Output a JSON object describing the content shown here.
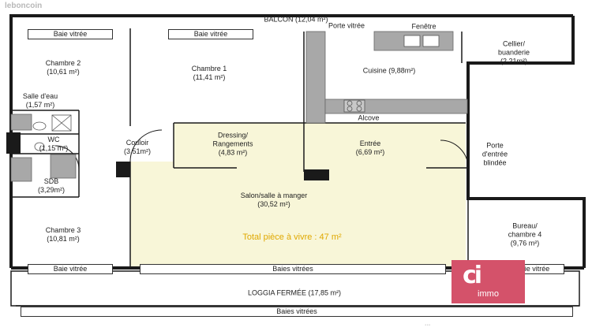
{
  "watermark": "leboncoin",
  "footer_text": "...",
  "highlight": "Total pièce à vivre : 47 m²",
  "agency_logo": {
    "mark": "ci",
    "name": "immo"
  },
  "colors": {
    "living_fill": "#f8f6d8",
    "walls": "#1a1a1a",
    "fixtures": "#a8a8a8",
    "highlight_text": "#e0a800",
    "logo_bg": "#d4526a"
  },
  "rooms": {
    "balcon": "BALCON (12,04 m²)",
    "chambre2": "Chambre 2\n(10,61 m²)",
    "chambre1": "Chambre 1\n(11,41 m²)",
    "cuisine": "Cuisine (9,88m²)",
    "cellier": "Cellier/\nbuanderie\n(2,21m²)",
    "salle_eau": "Salle d'eau\n(1,57 m²)",
    "wc": "WC\n(1,15 m²)",
    "couloir": "Couloir\n(3,51m²)",
    "dressing": "Dressing/\nRangements\n(4,83 m²)",
    "alcove": "Alcove",
    "entree": "Entrée\n(6,69 m²)",
    "porte_entree": "Porte\nd'entrée\nblindée",
    "sdb": "SDB\n(3,29m²)",
    "salon": "Salon/salle à manger\n(30,52 m²)",
    "chambre3": "Chambre 3\n(10,81 m²)",
    "bureau": "Bureau/\nchambre 4\n(9,76 m²)",
    "loggia": "LOGGIA FERMÉE (17,85 m²)"
  },
  "openings": {
    "baie_top_left": "Baie vitrée",
    "baie_top_mid": "Baie vitrée",
    "porte_vitree": "Porte vitrée",
    "fenetre": "Fenêtre",
    "baie_bottom_left": "Baie vitrée",
    "baies_bottom_mid": "Baies vitrées",
    "baie_bottom_right": "Baie vitrée",
    "baies_loggia": "Baies vitrées"
  }
}
